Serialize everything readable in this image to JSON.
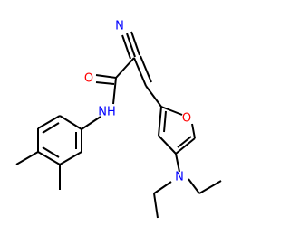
{
  "molecule": {
    "atoms": {
      "nitrile_n": {
        "label": "N",
        "color": "#0000ff"
      },
      "carbonyl_o": {
        "label": "O",
        "color": "#ff0000"
      },
      "amide_nh": {
        "label": "NH",
        "color": "#0000ff"
      },
      "furan_o": {
        "label": "O",
        "color": "#ff0000"
      },
      "amine_n": {
        "label": "N",
        "color": "#0000ff"
      }
    },
    "bond_color": "#000000"
  }
}
